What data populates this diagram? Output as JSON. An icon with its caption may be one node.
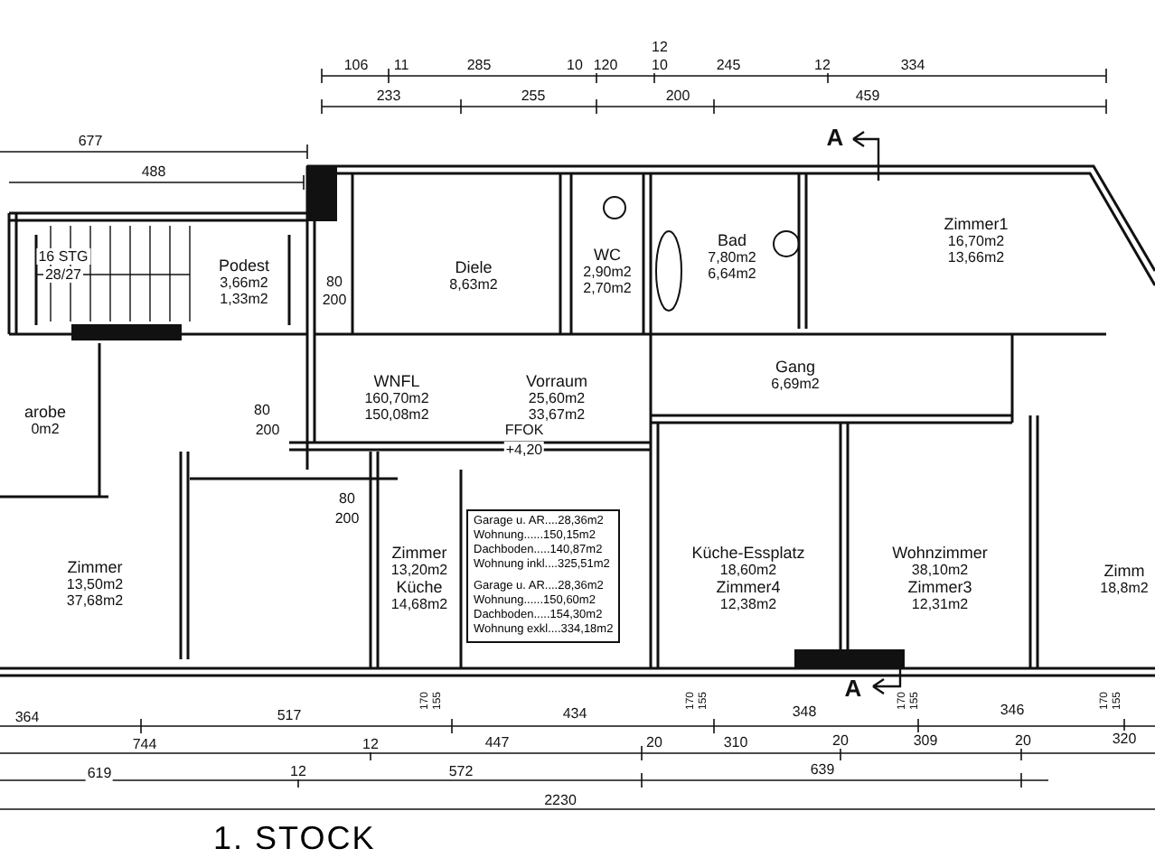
{
  "diagram": {
    "title": "1. STOCK",
    "nodes": [
      {
        "text": [
          "Podest",
          "3,66m2",
          "1,33m2"
        ]
      },
      {
        "text": [
          "Diele",
          "8,63m2"
        ]
      },
      {
        "text": [
          "WC",
          "2,90m2",
          "2,70m2"
        ]
      },
      {
        "text": [
          "Bad",
          "7,80m2",
          "6,64m2"
        ]
      },
      {
        "text": [
          "Zimmer1",
          "16,70m2",
          "13,66m2"
        ]
      },
      {
        "text": [
          "arobe",
          "0m2"
        ]
      },
      {
        "text": [
          "WNFL",
          "160,70m2",
          "150,08m2"
        ]
      },
      {
        "text": [
          "Vorraum",
          "25,60m2",
          "33,67m2"
        ]
      },
      {
        "text": [
          "Gang",
          "6,69m2"
        ]
      },
      {
        "text": [
          "Zimmer",
          "13,50m2",
          "37,68m2"
        ]
      },
      {
        "text": [
          "Zimmer",
          "13,20m2",
          "Küche",
          "14,68m2"
        ]
      },
      {
        "text": [
          "Küche-Essplatz",
          "18,60m2",
          "Zimmer4",
          "12,38m2"
        ]
      },
      {
        "text": [
          "Wohnzimmer",
          "38,10m2",
          "Zimmer3",
          "12,31m2"
        ]
      },
      {
        "text": [
          "Zimm",
          "18,8m2"
        ]
      },
      {
        "text": [
          "Garage u. AR....28,36m2",
          "Wohnung......150,15m2",
          "Dachboden.....140,87m2",
          "Wohnung inkl....325,51m2",
          "Garage u. AR....28,36m2",
          "Wohnung......150,60m2",
          "Dachboden.....154,30m2",
          "Wohnung exkl....334,18m2"
        ]
      }
    ],
    "labels": [
      "106",
      "11",
      "285",
      "10",
      "120",
      "12",
      "10",
      "245",
      "12",
      "334",
      "233",
      "255",
      "200",
      "459",
      "677",
      "488",
      "16 STG",
      "28/27",
      "FFOK",
      "+4,20",
      "80",
      "200",
      "80",
      "200",
      "80",
      "200",
      "A",
      "A",
      "170",
      "155",
      "170",
      "155",
      "170",
      "155",
      "170",
      "155",
      "364",
      "517",
      "434",
      "348",
      "346",
      "744",
      "12",
      "447",
      "20",
      "310",
      "20",
      "309",
      "20",
      "320",
      "619",
      "12",
      "572",
      "639",
      "2230"
    ]
  }
}
